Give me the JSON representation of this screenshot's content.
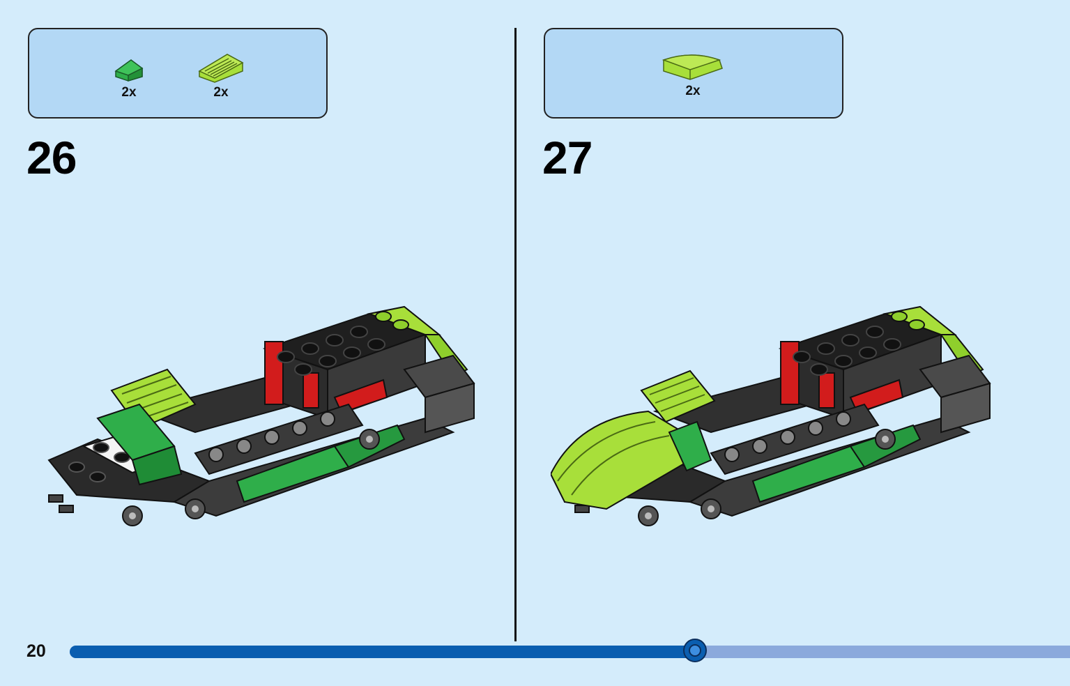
{
  "page": {
    "number": "20"
  },
  "progress": {
    "fraction": 0.625
  },
  "steps": [
    {
      "number": "26",
      "parts": [
        {
          "icon": "green-slope-brick-icon",
          "color": "#2fae4a",
          "quantity": "2x"
        },
        {
          "icon": "lime-grille-slope-icon",
          "color": "#a8df3a",
          "quantity": "2x"
        }
      ],
      "model_icon": "race-car-assembly-step-26"
    },
    {
      "number": "27",
      "parts": [
        {
          "icon": "lime-curved-slope-icon",
          "color": "#a8df3a",
          "quantity": "2x"
        }
      ],
      "model_icon": "race-car-assembly-step-27"
    }
  ],
  "colors": {
    "background": "#d4ecfb",
    "parts_box": "#b3d8f5",
    "progress_done": "#0a5eb0",
    "progress_remaining": "#8ba9dc"
  }
}
